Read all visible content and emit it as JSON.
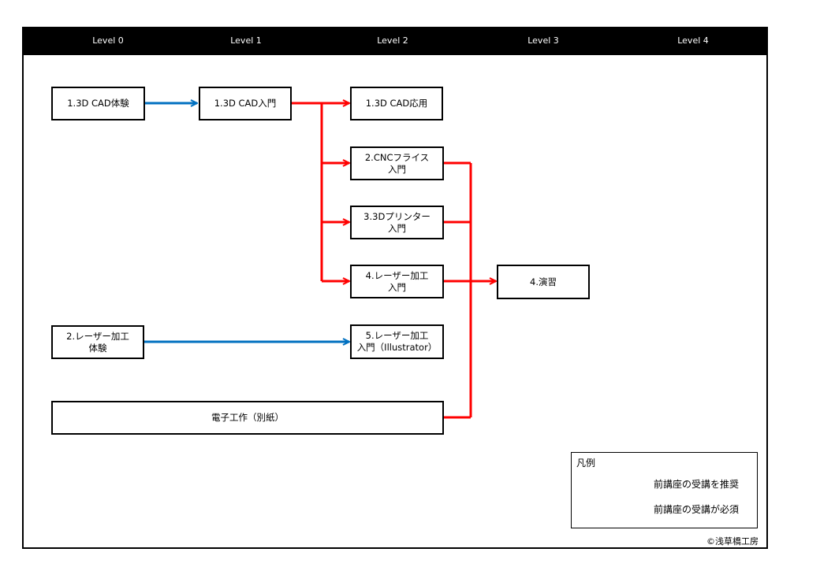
{
  "levels": [
    "Level 0",
    "Level 1",
    "Level 2",
    "Level 3",
    "Level 4"
  ],
  "nodes": {
    "cad_taiken": {
      "lines": [
        "1.3D CAD体験"
      ]
    },
    "cad_nyumon": {
      "lines": [
        "1.3D CAD入門"
      ]
    },
    "cad_oyo": {
      "lines": [
        "1.3D CAD応用"
      ]
    },
    "cnc_nyumon": {
      "lines": [
        "2.CNCフライス",
        "入門"
      ]
    },
    "printer_nyumon": {
      "lines": [
        "3.3Dプリンター",
        "入門"
      ]
    },
    "laser_nyumon": {
      "lines": [
        "4.レーザー加工",
        "入門"
      ]
    },
    "enshu": {
      "lines": [
        "4.演習"
      ]
    },
    "laser_taiken": {
      "lines": [
        "2.レーザー加工",
        "体験"
      ]
    },
    "laser_illustrator": {
      "lines": [
        "5.レーザー加工",
        "入門（Illustrator）"
      ]
    },
    "denshi_kosaku": {
      "lines": [
        "電子工作（別紙）"
      ]
    }
  },
  "legend": {
    "title": "凡例",
    "recommended": "前講座の受講を推奨",
    "required": "前講座の受講が必須"
  },
  "colors": {
    "recommended": "#0070c0",
    "required": "#ff0000"
  },
  "copyright": "©浅草橋工房"
}
